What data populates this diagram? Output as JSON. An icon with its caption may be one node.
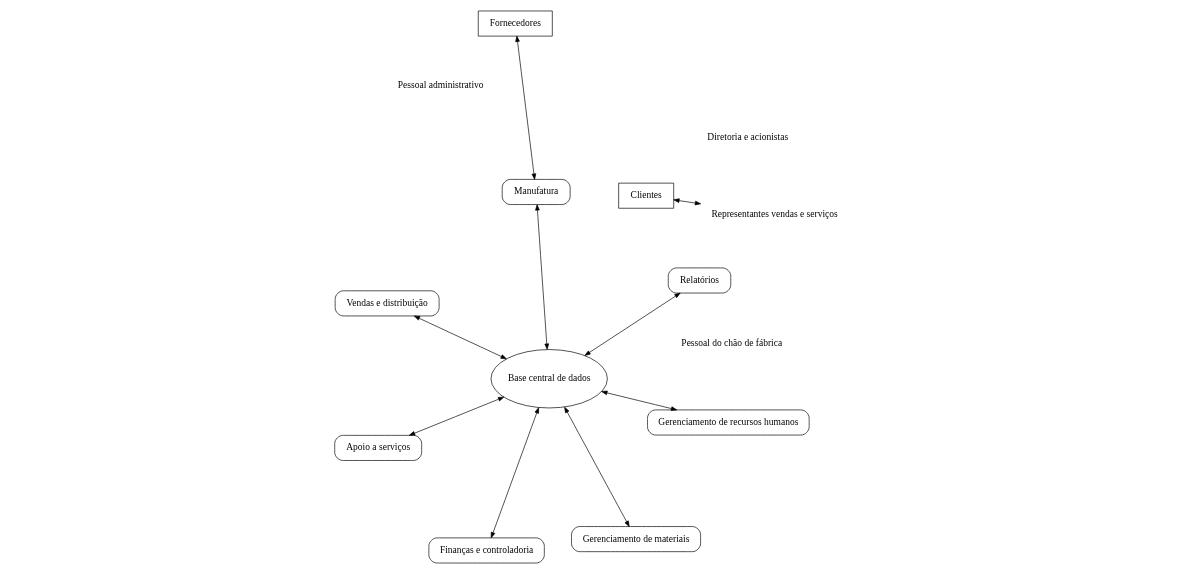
{
  "diagram": {
    "nodes": [
      {
        "text": [
          "Vendas e distribuição"
        ]
      },
      {
        "text": [
          "Relatórios"
        ]
      },
      {
        "text": [
          "Finanças e controladoria"
        ]
      },
      {
        "text": [
          "Clientes"
        ]
      },
      {
        "text": [
          "Representantes vendas e serviços"
        ]
      },
      {
        "text": [
          "Base central de dados"
        ]
      },
      {
        "text": [
          "Manufatura"
        ]
      },
      {
        "text": [
          "Fornecedores"
        ]
      },
      {
        "text": [
          "Apoio a serviços"
        ]
      },
      {
        "text": [
          "Gerenciamento de recursos humanos"
        ]
      },
      {
        "text": [
          "Gerenciamento de materiais"
        ]
      }
    ],
    "edges": [
      {
        "from": 0,
        "to": 5,
        "arrow": "both"
      },
      {
        "from": 1,
        "to": 5,
        "arrow": "both"
      },
      {
        "from": 2,
        "to": 5,
        "arrow": "both"
      },
      {
        "from": 3,
        "to": 4,
        "arrow": "both"
      },
      {
        "from": 5,
        "to": 6,
        "arrow": "both"
      },
      {
        "from": 6,
        "to": 7,
        "arrow": "both"
      },
      {
        "from": 8,
        "to": 5,
        "arrow": "both"
      },
      {
        "from": 9,
        "to": 5,
        "arrow": "both"
      },
      {
        "from": 10,
        "to": 5,
        "arrow": "both"
      }
    ],
    "labels": [
      "Diretoria e acionistas",
      "Pessoal administrativo",
      "Pessoal do chão de fábrica"
    ]
  }
}
